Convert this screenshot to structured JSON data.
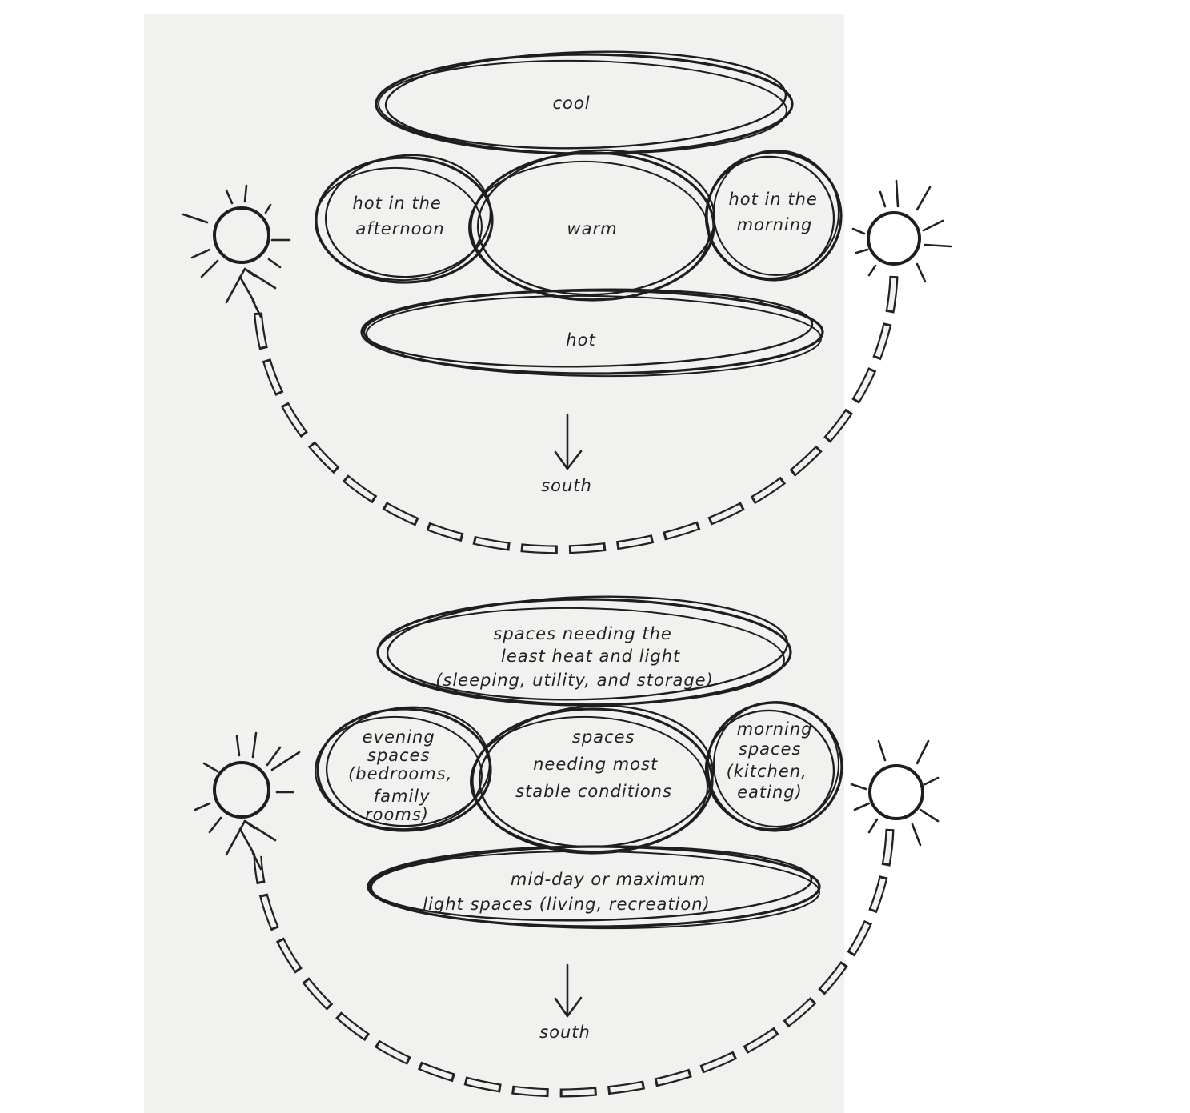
{
  "colors": {
    "ink": "#1e1e1e",
    "paper": "#f1f1ef",
    "background": "#ffffff"
  },
  "top_diagram": {
    "zones": {
      "top": [
        "cool"
      ],
      "left": [
        "hot in the",
        "afternoon"
      ],
      "center": [
        "warm"
      ],
      "right": [
        "hot in the",
        "morning"
      ],
      "bottom": [
        "hot"
      ]
    },
    "direction_label": "south",
    "icons": [
      "sun-icon",
      "sun-icon",
      "south-arrow-icon"
    ]
  },
  "bottom_diagram": {
    "zones": {
      "top": [
        "spaces needing the",
        "least heat and light",
        "(sleeping, utility, and storage)"
      ],
      "left": [
        "evening",
        "spaces",
        "(bedrooms,",
        "family",
        "rooms)"
      ],
      "center": [
        "spaces",
        "needing most",
        "stable conditions"
      ],
      "right": [
        "morning",
        "spaces",
        "(kitchen,",
        "eating)"
      ],
      "bottom": [
        "mid-day or maximum",
        "light spaces (living, recreation)"
      ]
    },
    "direction_label": "south",
    "icons": [
      "sun-icon",
      "sun-icon",
      "south-arrow-icon"
    ]
  }
}
